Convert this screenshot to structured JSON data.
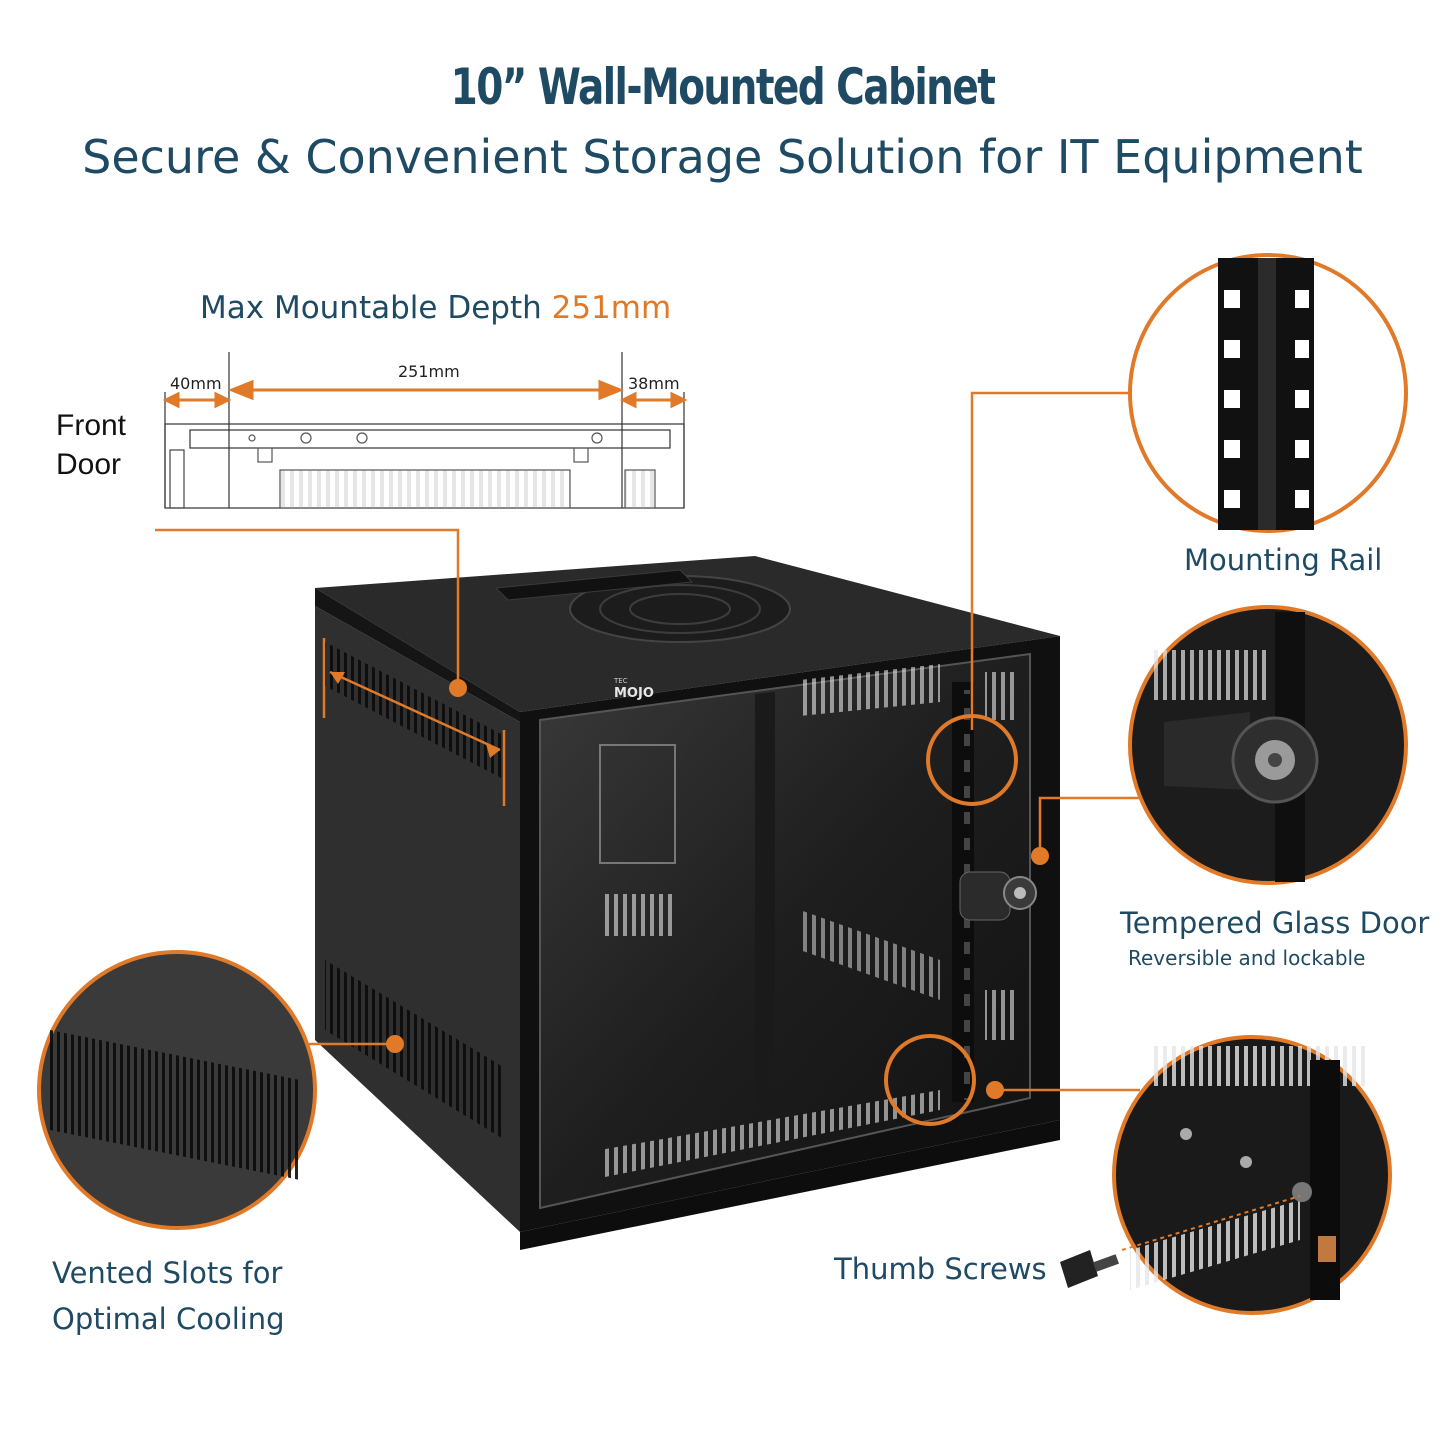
{
  "header": {
    "title": "10” Wall-Mounted Cabinet",
    "subtitle": "Secure & Convenient Storage Solution for IT Equipment"
  },
  "depth_diagram": {
    "label_prefix": "Max Mountable Depth",
    "label_value": "251mm",
    "front_clearance": "40mm",
    "mount_depth": "251mm",
    "rear_clearance": "38mm",
    "front_label_line1": "Front",
    "front_label_line2": "Door"
  },
  "features": {
    "mounting_rail": "Mounting Rail",
    "glass_door": "Tempered Glass Door",
    "glass_door_note": "Reversible and lockable",
    "thumb_screws": "Thumb Screws",
    "vent_line1": "Vented Slots for",
    "vent_line2": "Optimal Cooling"
  },
  "product": {
    "brand": "MOJO",
    "brand_prefix": "TEC"
  },
  "colors": {
    "accent": "#e07a28",
    "heading": "#1f4a63",
    "cabinet": "#1b1b1b"
  }
}
